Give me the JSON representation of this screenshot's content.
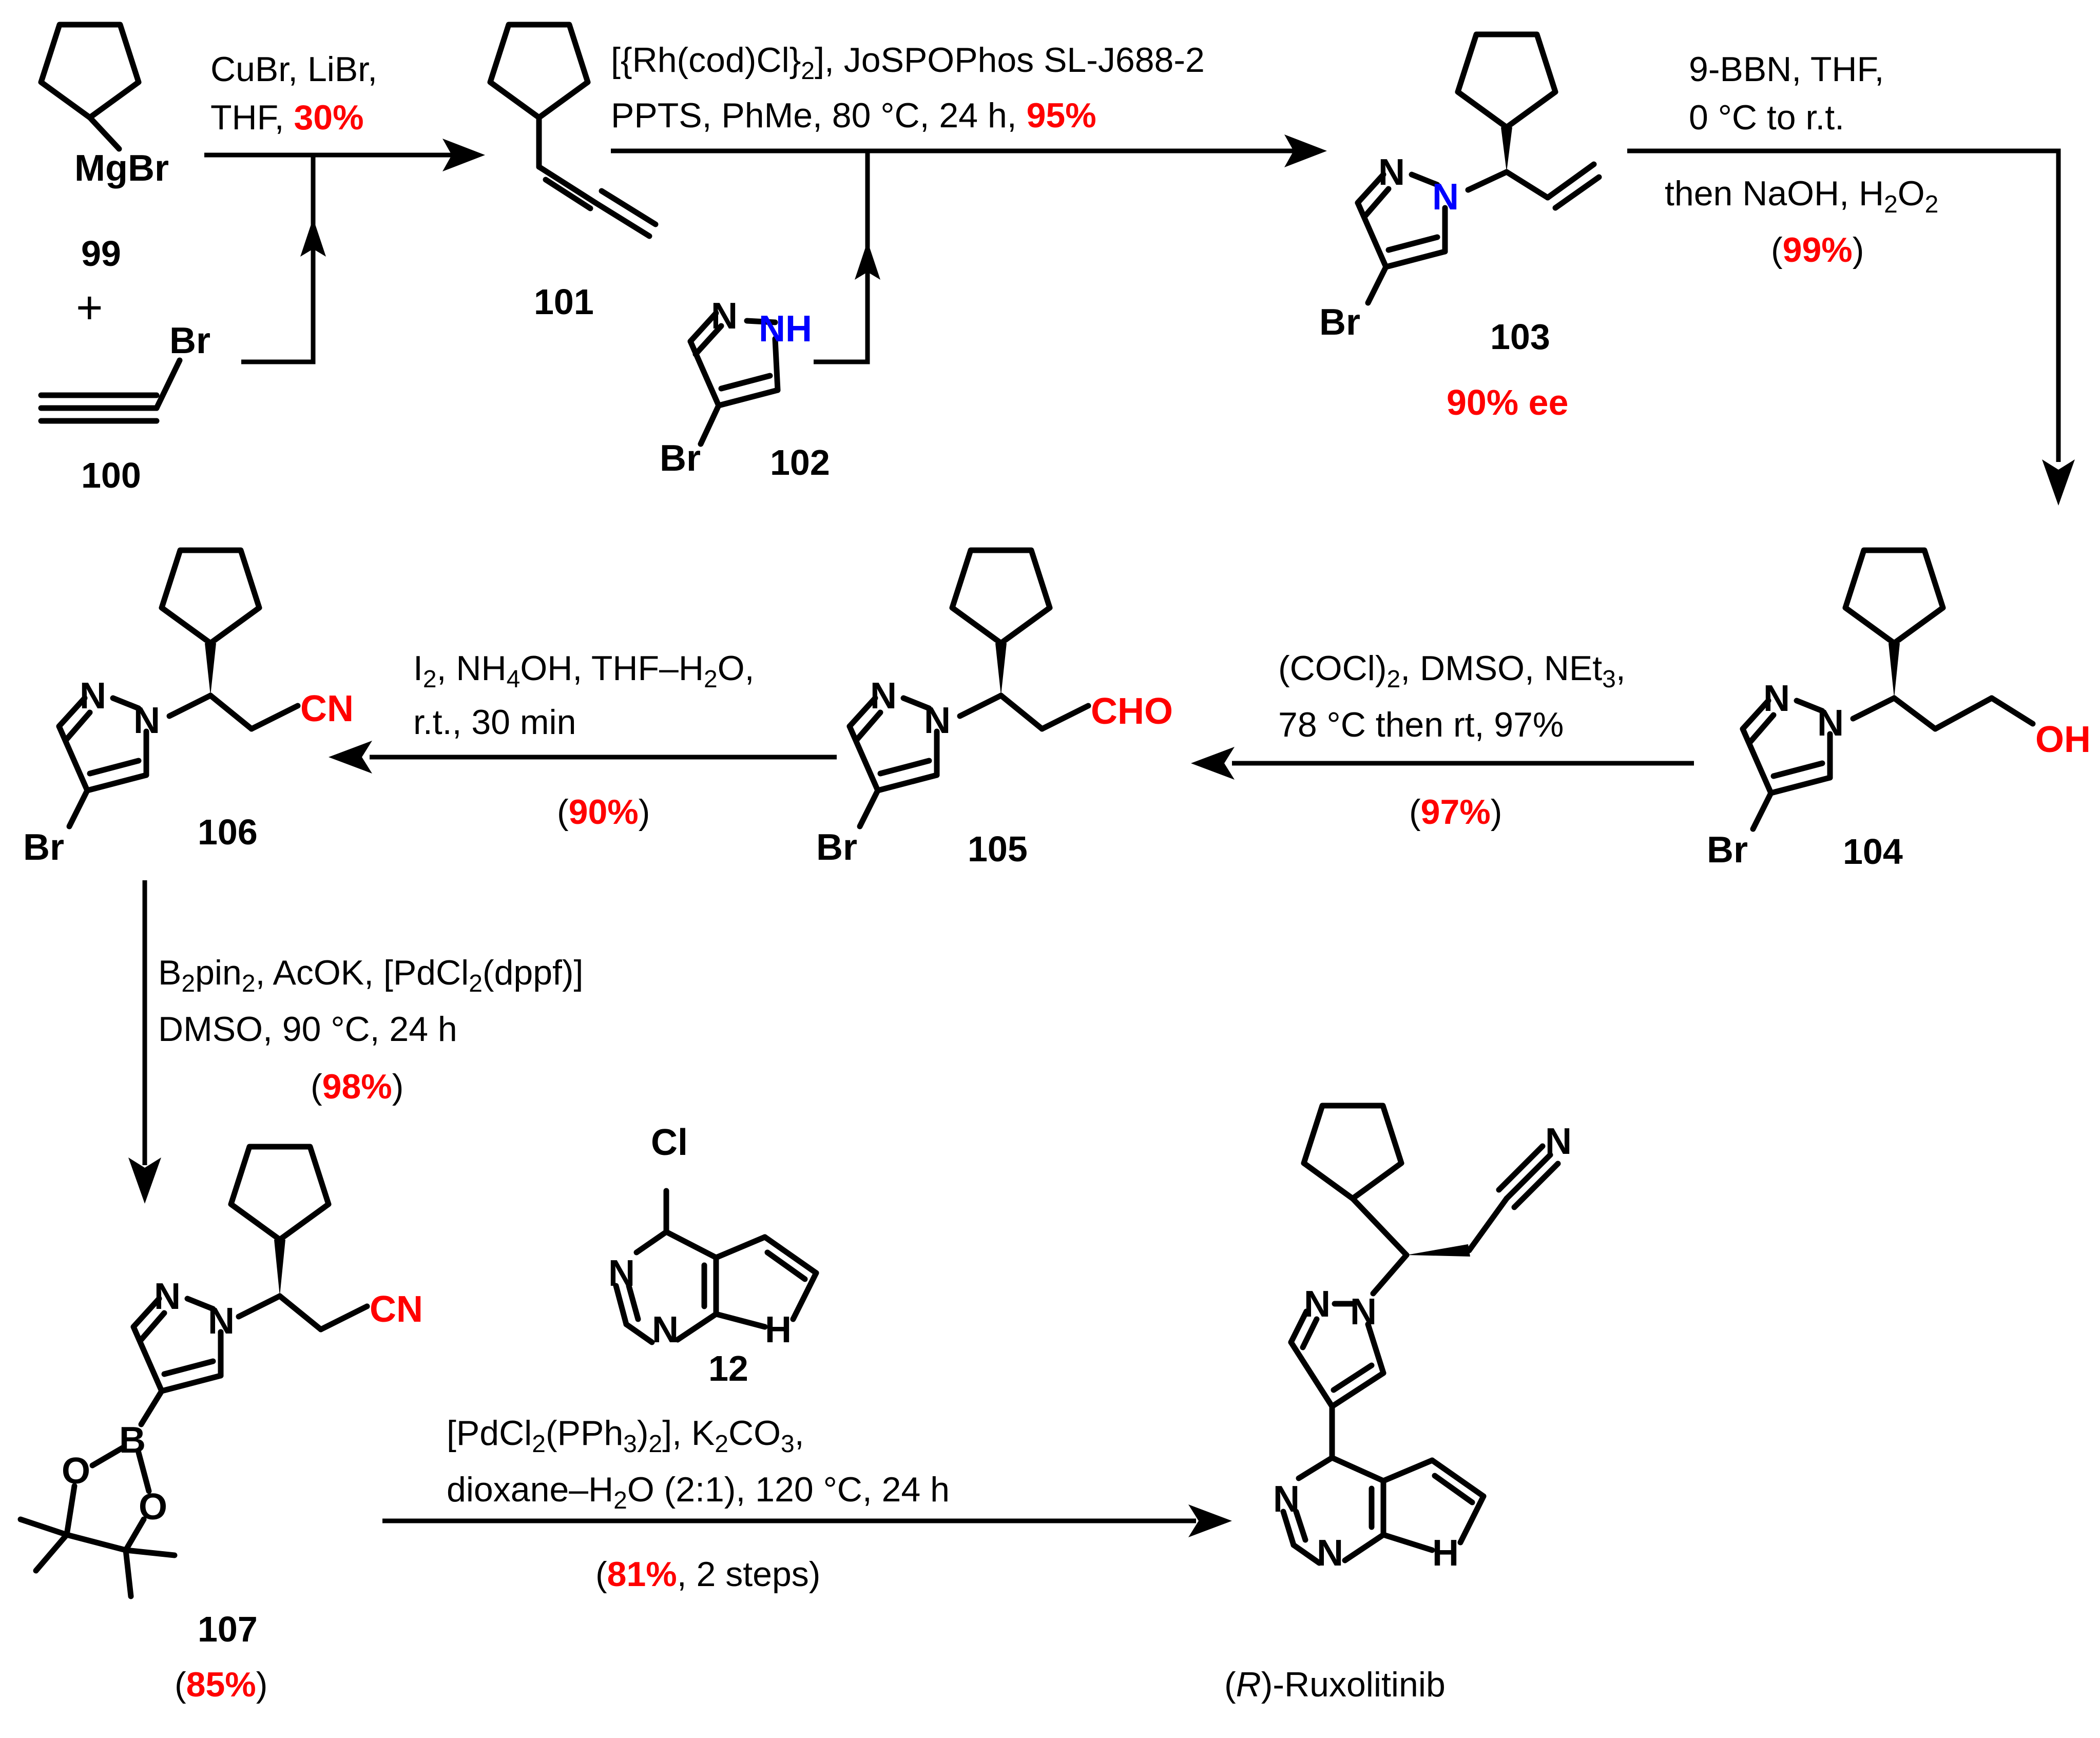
{
  "compounds": {
    "c99": {
      "label": "99",
      "atoms": {
        "mg": "MgBr"
      }
    },
    "plus": "+",
    "c100": {
      "label": "100",
      "atoms": {
        "br": "Br"
      }
    },
    "c101": {
      "label": "101"
    },
    "c102": {
      "label": "102",
      "atoms": {
        "n1": "N",
        "nh": "NH",
        "br": "Br"
      }
    },
    "c103": {
      "label": "103",
      "ee": "90% ee",
      "atoms": {
        "n1": "N",
        "n2": "N",
        "br": "Br"
      }
    },
    "c104": {
      "label": "104",
      "atoms": {
        "n1": "N",
        "n2": "N",
        "br": "Br",
        "oh": "OH"
      }
    },
    "c105": {
      "label": "105",
      "atoms": {
        "n1": "N",
        "n2": "N",
        "br": "Br",
        "cho": "CHO"
      }
    },
    "c106": {
      "label": "106",
      "atoms": {
        "n1": "N",
        "n2": "N",
        "br": "Br",
        "cn": "CN"
      }
    },
    "c107": {
      "label": "107",
      "yield_open": "(",
      "yield": "85%",
      "yield_close": ")",
      "atoms": {
        "n1": "N",
        "n2": "N",
        "b": "B",
        "o1": "O",
        "o2": "O",
        "cn": "CN"
      }
    },
    "c12": {
      "label": "12",
      "atoms": {
        "cl": "Cl",
        "n1": "N",
        "n2": "N",
        "h": "H"
      }
    },
    "product": {
      "name_open": "(",
      "name_r": "R",
      "name_rest": ")-Ruxolitinib",
      "atoms": {
        "n_nitrile": "N",
        "n1": "N",
        "n2": "N",
        "n3": "N",
        "n4": "N",
        "h": "H"
      }
    }
  },
  "steps": {
    "s1": {
      "line1": "CuBr, LiBr,",
      "line2_text": "THF, ",
      "line2_yield": "30%"
    },
    "s2": {
      "line1": "[{Rh(cod)Cl}",
      "line1_sub": "2",
      "line1_end": "], JoSPOPhos SL-J688-2",
      "line2_text": "PPTS, PhMe, 80 °C, 24 h, ",
      "line2_yield": "95%"
    },
    "s3": {
      "line1": "9-BBN, THF,",
      "line2": "0 °C to r.t.",
      "line3": "then NaOH, H",
      "line3_sub": "2",
      "line3_end": "O",
      "line3_sub2": "2",
      "yield_open": "(",
      "yield": "99%",
      "yield_close": ")"
    },
    "s4": {
      "line1": "(COCl)",
      "line1_sub": "2",
      "line1_end": ", DMSO, NEt",
      "line1_sub2": "3",
      "line1_end2": ",",
      "line2": "78 °C then rt, 97%",
      "yield_open": "(",
      "yield": "97%",
      "yield_close": ")"
    },
    "s5": {
      "line1": "I",
      "line1_sub": "2",
      "line1_mid": ", NH",
      "line1_sub2": "4",
      "line1_end": "OH, THF–H",
      "line1_sub3": "2",
      "line1_end2": "O,",
      "line2": "r.t., 30 min",
      "yield_open": "(",
      "yield": "90%",
      "yield_close": ")"
    },
    "s6": {
      "line1": "B",
      "line1_sub": "2",
      "line1_mid": "pin",
      "line1_sub2": "2",
      "line1_mid2": ", AcOK, [PdCl",
      "line1_sub3": "2",
      "line1_end": "(dppf)]",
      "line2": "DMSO, 90 °C, 24 h",
      "yield_open": "(",
      "yield": "98%",
      "yield_close": ")"
    },
    "s7": {
      "line1": "[PdCl",
      "line1_sub": "2",
      "line1_mid": "(PPh",
      "line1_sub2": "3",
      "line1_mid2": ")",
      "line1_sub3": "2",
      "line1_end": "], K",
      "line1_sub4": "2",
      "line1_mid3": "CO",
      "line1_sub5": "3",
      "line1_end2": ",",
      "line2": "dioxane–H",
      "line2_sub": "2",
      "line2_end": "O (2:1), 120 °C, 24 h",
      "yield_open": "(",
      "yield": "81%",
      "yield_rest": ", 2 steps)"
    }
  },
  "colors": {
    "yield": "#ff0000",
    "nh": "#0000ff",
    "bond": "#000000"
  }
}
